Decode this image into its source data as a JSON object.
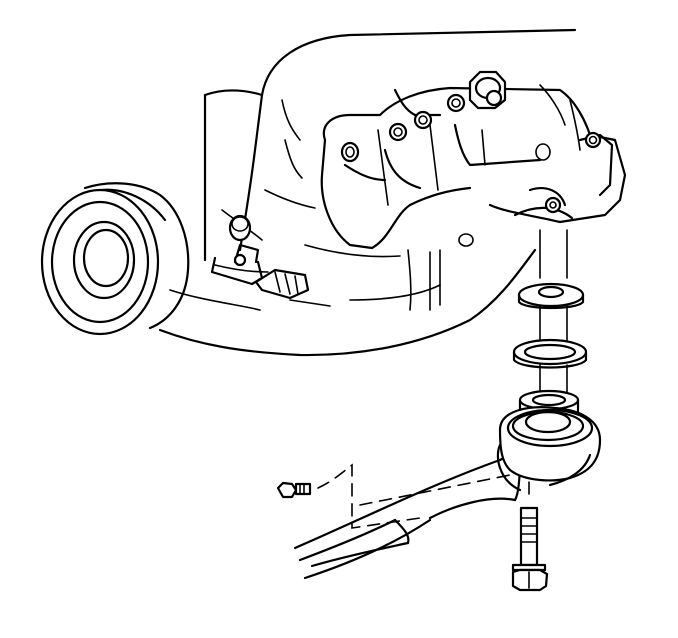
{
  "figure": {
    "type": "line-art exploded assembly view",
    "background": "#ffffff",
    "line_color": "#000000",
    "parts": [
      "engine-block",
      "crankshaft-pulley",
      "exhaust-manifold",
      "manifold-stud-nut",
      "engine-mount-bracket",
      "upper-washer",
      "middle-washer",
      "insulator-cushion",
      "frame-bracket",
      "retaining-bolt",
      "through-bolt"
    ]
  }
}
